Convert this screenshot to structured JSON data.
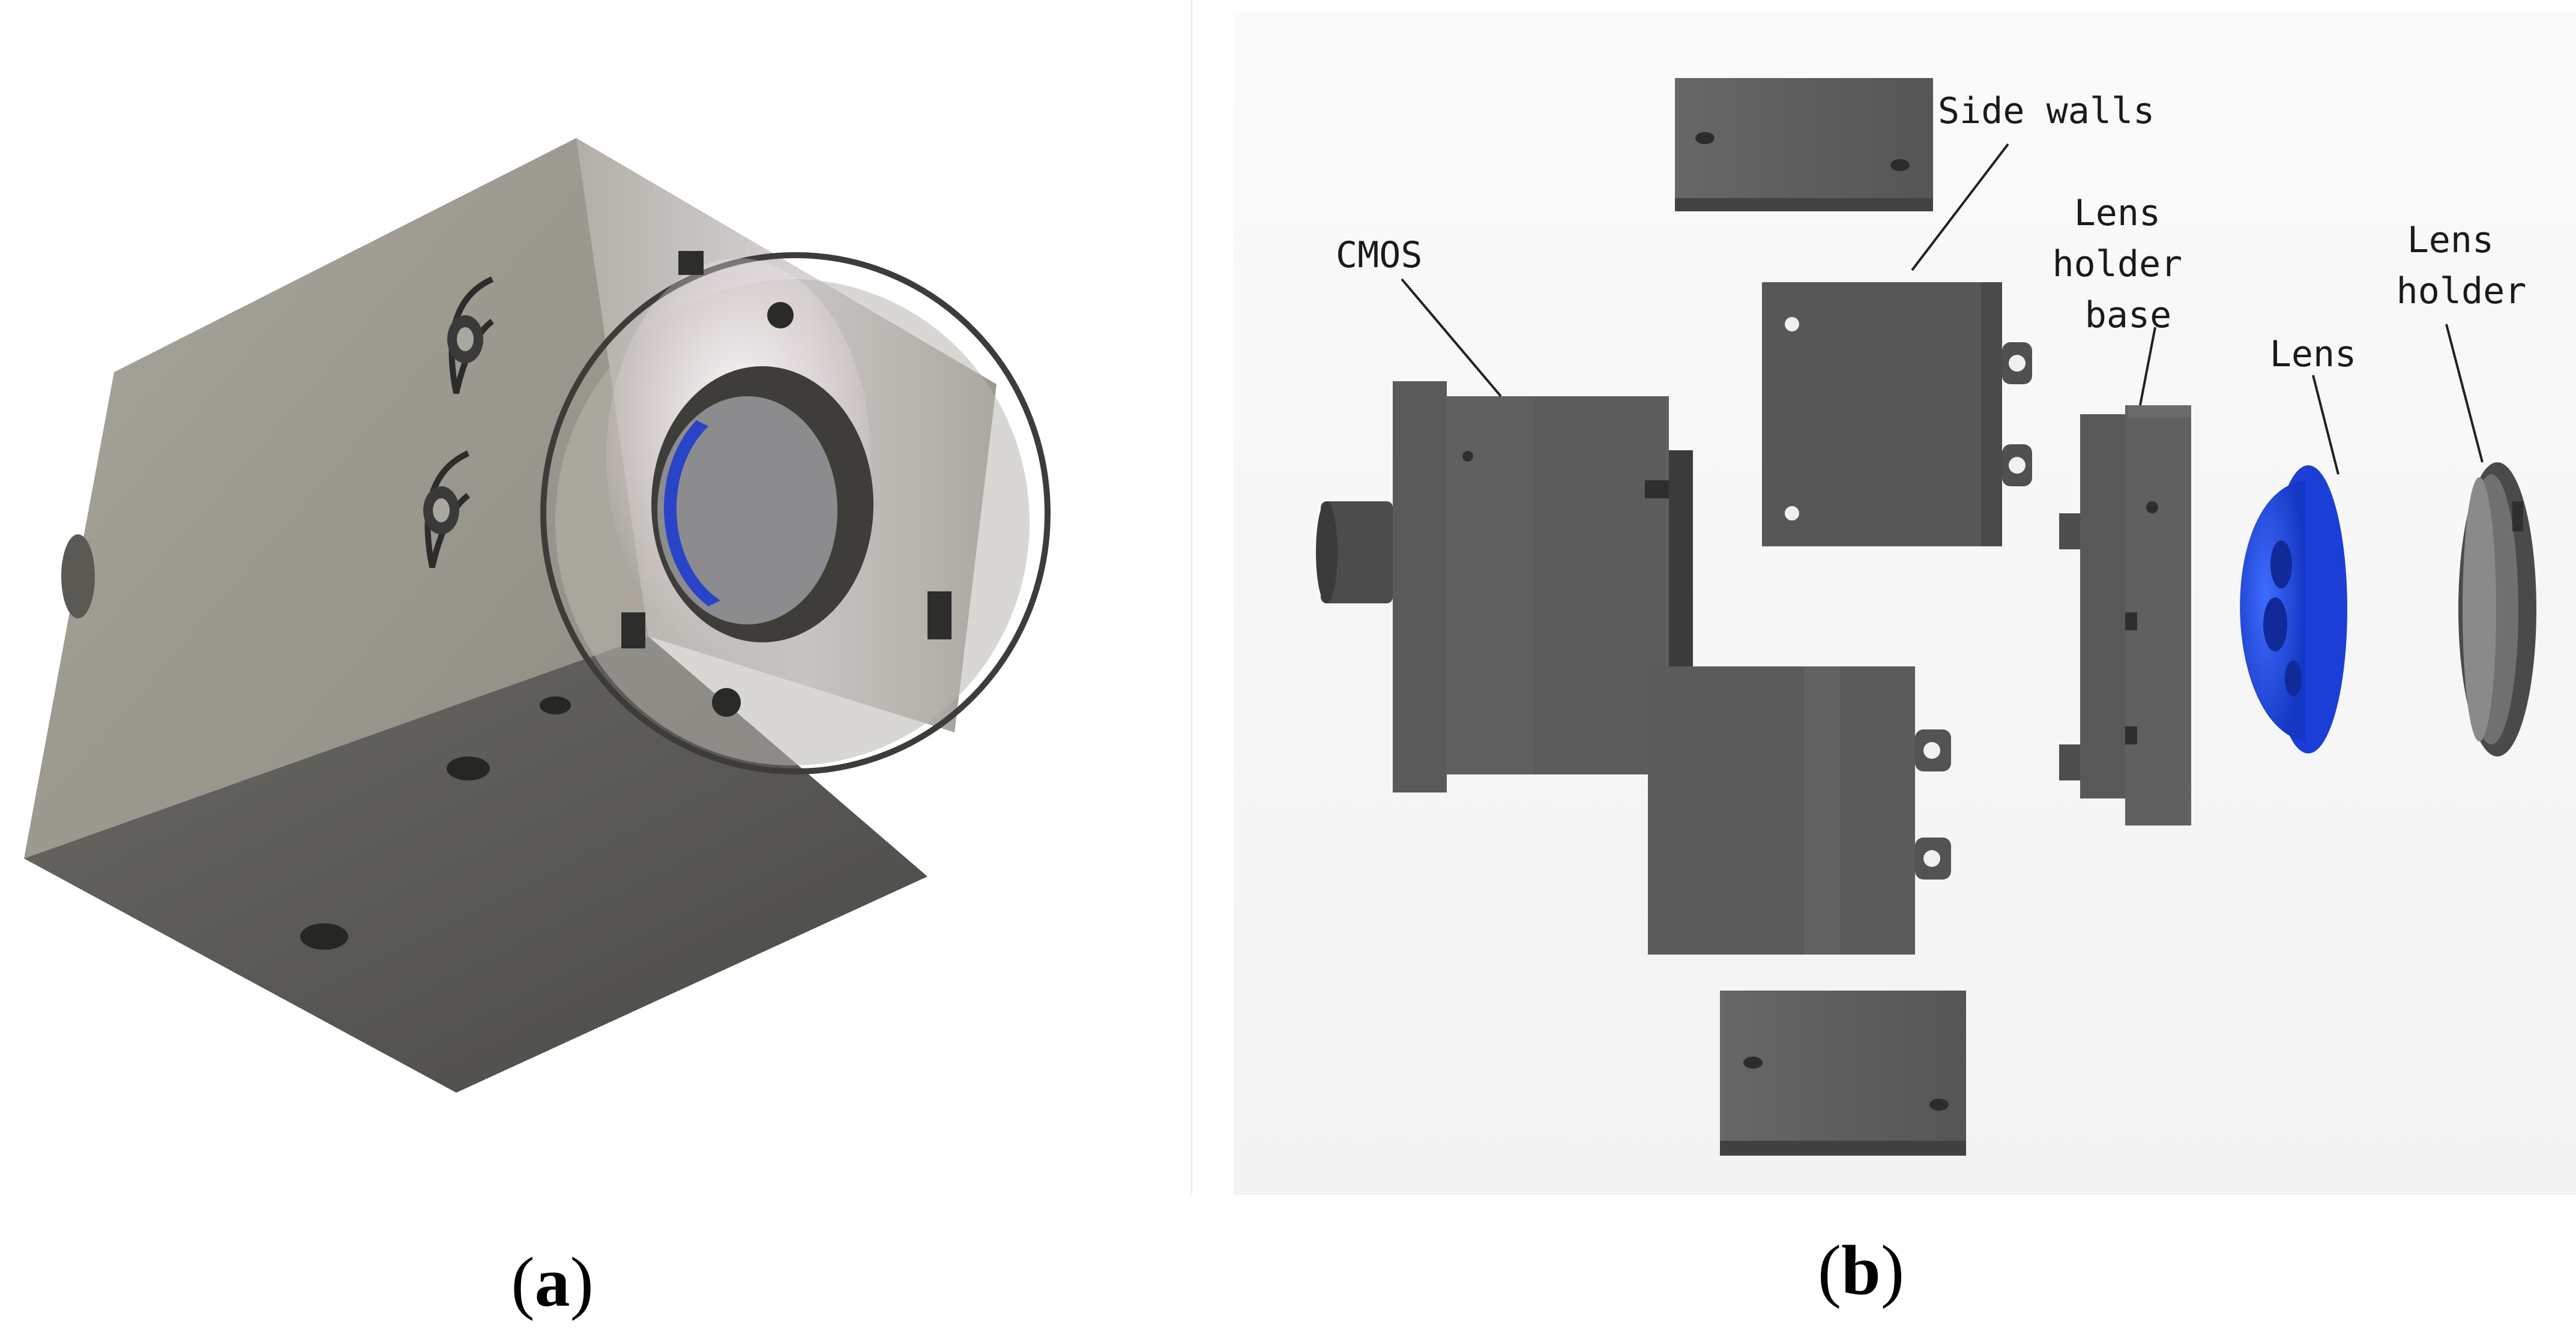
{
  "figure": {
    "panels": [
      {
        "open": "(",
        "letter": "a",
        "close": ")"
      },
      {
        "open": "(",
        "letter": "b",
        "close": ")"
      }
    ],
    "callouts": {
      "side_walls": "Side walls",
      "cmos": "CMOS",
      "lens_holder_base": [
        "Lens",
        "holder",
        "base"
      ],
      "lens": "Lens",
      "lens_holder": [
        "Lens",
        "holder"
      ]
    },
    "colors": {
      "metal_light": "#a3a097",
      "metal_dark": "#5b5a55",
      "panel_gray": "#5e5e5e",
      "lens_blue": "#1f4fe0"
    }
  }
}
